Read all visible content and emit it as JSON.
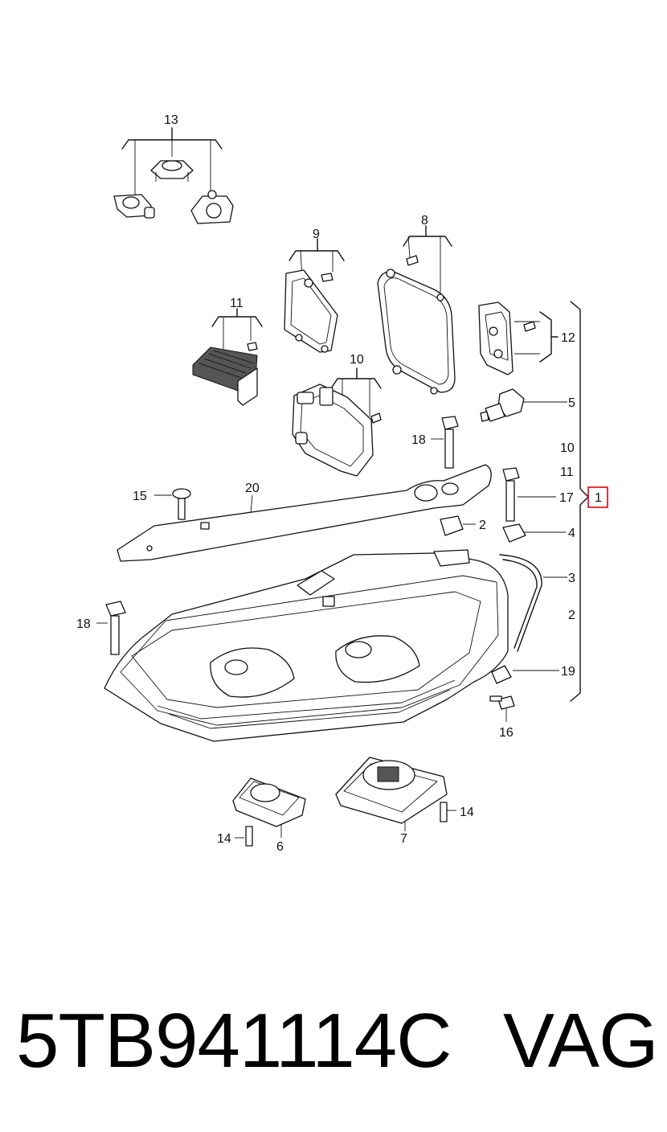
{
  "labels": {
    "l1": "1",
    "l2a": "2",
    "l2b": "2",
    "l3": "3",
    "l4": "4",
    "l5": "5",
    "l6": "6",
    "l7": "7",
    "l8": "8",
    "l9": "9",
    "l10a": "10",
    "l10b": "10",
    "l11a": "11",
    "l11b": "11",
    "l12": "12",
    "l13": "13",
    "l14a": "14",
    "l14b": "14",
    "l15": "15",
    "l16": "16",
    "l17": "17",
    "l18a": "18",
    "l18b": "18",
    "l19": "19",
    "l20": "20"
  },
  "footer": {
    "part_number": "5TB941114C",
    "brand": "VAG"
  },
  "colors": {
    "highlight": "#e0000f",
    "ink": "#111111"
  }
}
